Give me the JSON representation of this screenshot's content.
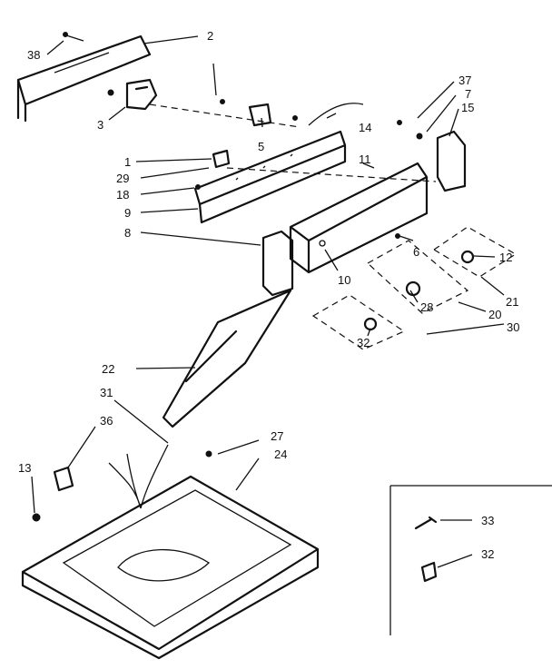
{
  "diagram": {
    "callouts": [
      {
        "id": "38",
        "label": "38"
      },
      {
        "id": "2",
        "label": "2"
      },
      {
        "id": "3",
        "label": "3"
      },
      {
        "id": "5",
        "label": "5"
      },
      {
        "id": "14",
        "label": "14"
      },
      {
        "id": "37",
        "label": "37"
      },
      {
        "id": "7",
        "label": "7"
      },
      {
        "id": "15",
        "label": "15"
      },
      {
        "id": "1",
        "label": "1"
      },
      {
        "id": "29",
        "label": "29"
      },
      {
        "id": "18",
        "label": "18"
      },
      {
        "id": "9",
        "label": "9"
      },
      {
        "id": "8",
        "label": "8"
      },
      {
        "id": "11",
        "label": "11"
      },
      {
        "id": "6",
        "label": "6"
      },
      {
        "id": "12",
        "label": "12"
      },
      {
        "id": "10",
        "label": "10"
      },
      {
        "id": "28",
        "label": "28"
      },
      {
        "id": "21",
        "label": "21"
      },
      {
        "id": "20",
        "label": "20"
      },
      {
        "id": "30",
        "label": "30"
      },
      {
        "id": "32a",
        "label": "32"
      },
      {
        "id": "22",
        "label": "22"
      },
      {
        "id": "31",
        "label": "31"
      },
      {
        "id": "36",
        "label": "36"
      },
      {
        "id": "27",
        "label": "27"
      },
      {
        "id": "24",
        "label": "24"
      },
      {
        "id": "13",
        "label": "13"
      },
      {
        "id": "33",
        "label": "33"
      },
      {
        "id": "32b",
        "label": "32"
      }
    ]
  }
}
